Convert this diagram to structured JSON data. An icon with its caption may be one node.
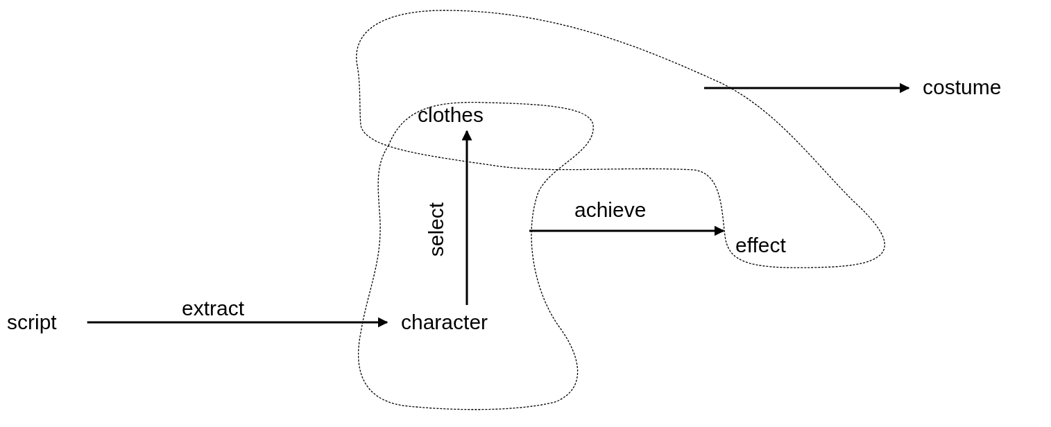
{
  "diagram": {
    "nodes": [
      {
        "text": [],
        "shape": "cloud"
      },
      {
        "text": [],
        "shape": "cloud"
      },
      {
        "text": [
          "costume"
        ]
      },
      {
        "text": [
          "clothes"
        ]
      },
      {
        "text": [
          "effect"
        ],
        "in": 0
      },
      {
        "text": [
          "script"
        ]
      },
      {
        "text": [
          "character"
        ],
        "in": 1
      }
    ],
    "edges": [
      {
        "from": 0,
        "to": 2,
        "arrow": "to"
      },
      {
        "from": 6,
        "to": 3,
        "label": "select",
        "arrow": "to"
      },
      {
        "from": 1,
        "to": 4,
        "label": "achieve",
        "arrow": "to"
      },
      {
        "from": 5,
        "to": 6,
        "label": "extract",
        "arrow": "to"
      }
    ]
  }
}
